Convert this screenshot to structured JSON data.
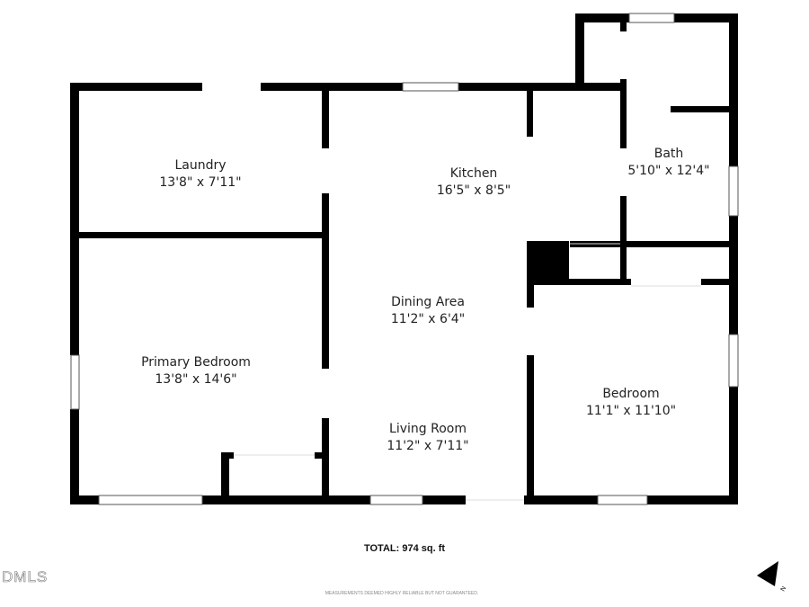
{
  "rooms": [
    {
      "name": "Laundry",
      "dims": "13'8\" x 7'11\""
    },
    {
      "name": "Kitchen",
      "dims": "16'5\" x 8'5\""
    },
    {
      "name": "Bath",
      "dims": "5'10\" x 12'4\""
    },
    {
      "name": "Dining Area",
      "dims": "11'2\" x 6'4\""
    },
    {
      "name": "Primary Bedroom",
      "dims": "13'8\" x 14'6\""
    },
    {
      "name": "Bedroom",
      "dims": "11'1\" x 11'10\""
    },
    {
      "name": "Living Room",
      "dims": "11'2\" x 7'11\""
    }
  ],
  "total": "TOTAL: 974 sq. ft",
  "disclaimer": "MEASUREMENTS DEEMED HIGHLY RELIABLE BUT NOT GUARANTEED.",
  "logo": "DMLS",
  "compass": {
    "label": "N",
    "icon": "north-arrow-icon"
  },
  "colors": {
    "wall": "#000000",
    "background": "#ffffff"
  }
}
